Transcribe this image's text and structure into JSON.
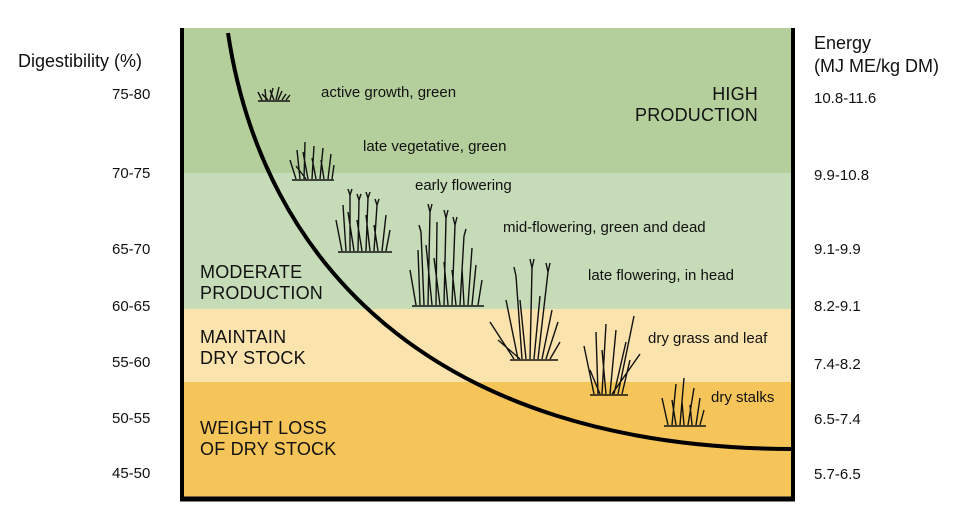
{
  "left_axis": {
    "title": "Digestibility (%)",
    "ticks": [
      "75-80",
      "70-75",
      "65-70",
      "60-65",
      "55-60",
      "50-55",
      "45-50"
    ]
  },
  "right_axis": {
    "title_line1": "Energy",
    "title_line2": "(MJ ME/kg DM)",
    "ticks": [
      "10.8-11.6",
      "9.9-10.8",
      "9.1-9.9",
      "8.2-9.1",
      "7.4-8.2",
      "6.5-7.4",
      "5.7-6.5"
    ]
  },
  "zones": {
    "high": {
      "line1": "HIGH",
      "line2": "PRODUCTION",
      "color": "#b5cf9c"
    },
    "moderate": {
      "line1": "MODERATE",
      "line2": "PRODUCTION",
      "color": "#c6dbb7"
    },
    "maintain": {
      "line1": "MAINTAIN",
      "line2": "DRY STOCK",
      "color": "#fbe3ad"
    },
    "loss": {
      "line1": "WEIGHT LOSS",
      "line2": "OF DRY STOCK",
      "color": "#f5c55a"
    }
  },
  "stages": [
    "active growth, green",
    "late vegetative, green",
    "early flowering",
    "mid-flowering, green and dead",
    "late flowering, in head",
    "dry grass and leaf",
    "dry stalks"
  ],
  "colors": {
    "frame": "#000000",
    "curve": "#000000",
    "plant": "#111111"
  }
}
